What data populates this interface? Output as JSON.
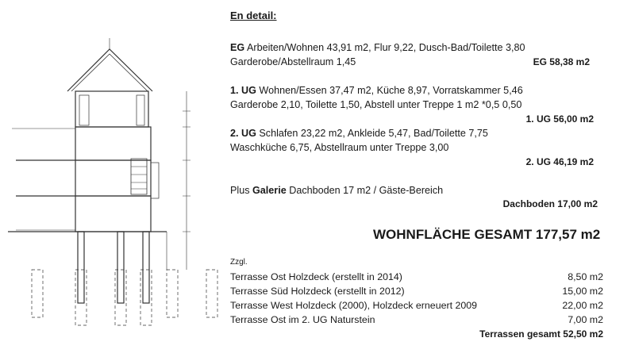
{
  "header": "En detail:",
  "eg": {
    "tag": "EG",
    "line1": "Arbeiten/Wohnen 43,91  m2,  Flur 9,22,  Dusch-Bad/Toilette 3,80",
    "line2": "Garderobe/Abstellraum 1,45",
    "total": "EG 58,38  m2"
  },
  "ug1": {
    "tag": "1. UG",
    "line1": "Wohnen/Essen 37,47  m2,  Küche 8,97,  Vorratskammer 5,46",
    "line2": "Garderobe 2,10,  Toilette 1,50, Abstell unter Treppe 1 m2 *0,5  0,50",
    "total": "1. UG 56,00  m2"
  },
  "ug2": {
    "tag": "2. UG",
    "line1": "Schlafen 23,22  m2,  Ankleide 5,47, Bad/Toilette 7,75",
    "line2": "Waschküche 6,75,  Abstellraum unter Treppe 3,00",
    "total": "2. UG  46,19  m2"
  },
  "galerie": {
    "prefix": "Plus",
    "tag": "Galerie",
    "text": "Dachboden 17 m2 / Gäste-Bereich",
    "total": "Dachboden 17,00  m2"
  },
  "wohnflaeche_total": "WOHNFLÄCHE GESAMT 177,57 m2",
  "zzgl": "Zzgl.",
  "terrassen": [
    {
      "label": "Terrasse Ost Holzdeck (erstellt in 2014)",
      "value": "8,50  m2"
    },
    {
      "label": "Terrasse Süd Holzdeck (erstellt in 2012)",
      "value": "15,00  m2"
    },
    {
      "label": "Terrasse West Holzdeck (2000),  Holzdeck erneuert 2009",
      "value": "22,00  m2"
    },
    {
      "label": "Terrasse Ost im 2. UG  Naturstein",
      "value": "7,00  m2"
    }
  ],
  "terrassen_total": "Terrassen gesamt 52,50  m2",
  "colors": {
    "text": "#1a1a1a",
    "drawing": "#333333"
  }
}
